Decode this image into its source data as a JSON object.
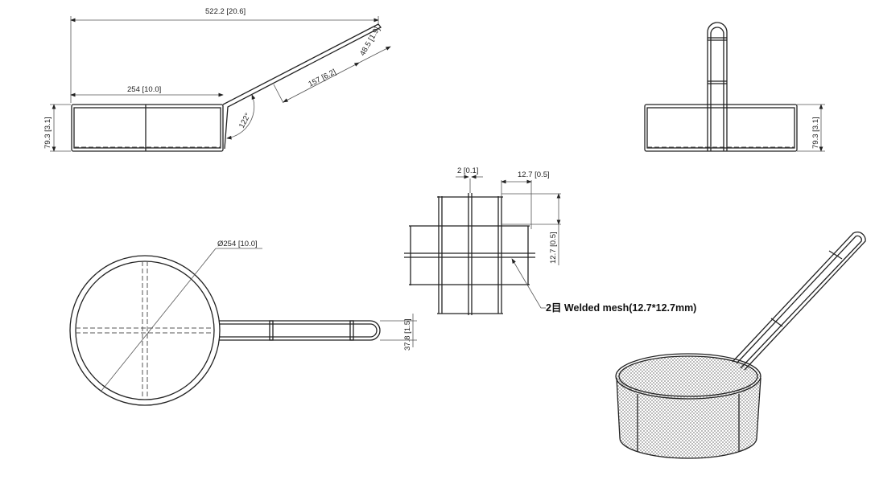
{
  "side_view": {
    "overall_length": "522.2 [20.6]",
    "basket_diameter": "254 [10.0]",
    "height": "79.3 [3.1]",
    "handle_end": "48.5 [1.9]",
    "handle_segment": "157 [6.2]",
    "handle_angle": "122°"
  },
  "front_view": {
    "height": "79.3 [3.1]"
  },
  "top_view": {
    "diameter": "Ø254 [10.0]",
    "handle_width": "37.8 [1.5]"
  },
  "mesh_detail": {
    "wire_diameter": "2 [0.1]",
    "pitch_horizontal": "12.7 [0.5]",
    "pitch_vertical": "12.7 [0.5]",
    "callout": "2目 Welded mesh(12.7*12.7mm)"
  }
}
